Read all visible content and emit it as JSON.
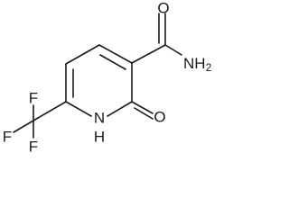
{
  "molecule": {
    "labels": {
      "carbonyl_oxygen": "O",
      "amide_nitrogen": "NH",
      "amide_subscript": "2",
      "ring_nitrogen": "N",
      "ring_hydrogen": "H",
      "lactam_oxygen": "O",
      "fluorine_top": "F",
      "fluorine_left": "F",
      "fluorine_bottom": "F"
    },
    "colors": {
      "ink": "#1a1a1a",
      "background": "#ffffff"
    }
  }
}
